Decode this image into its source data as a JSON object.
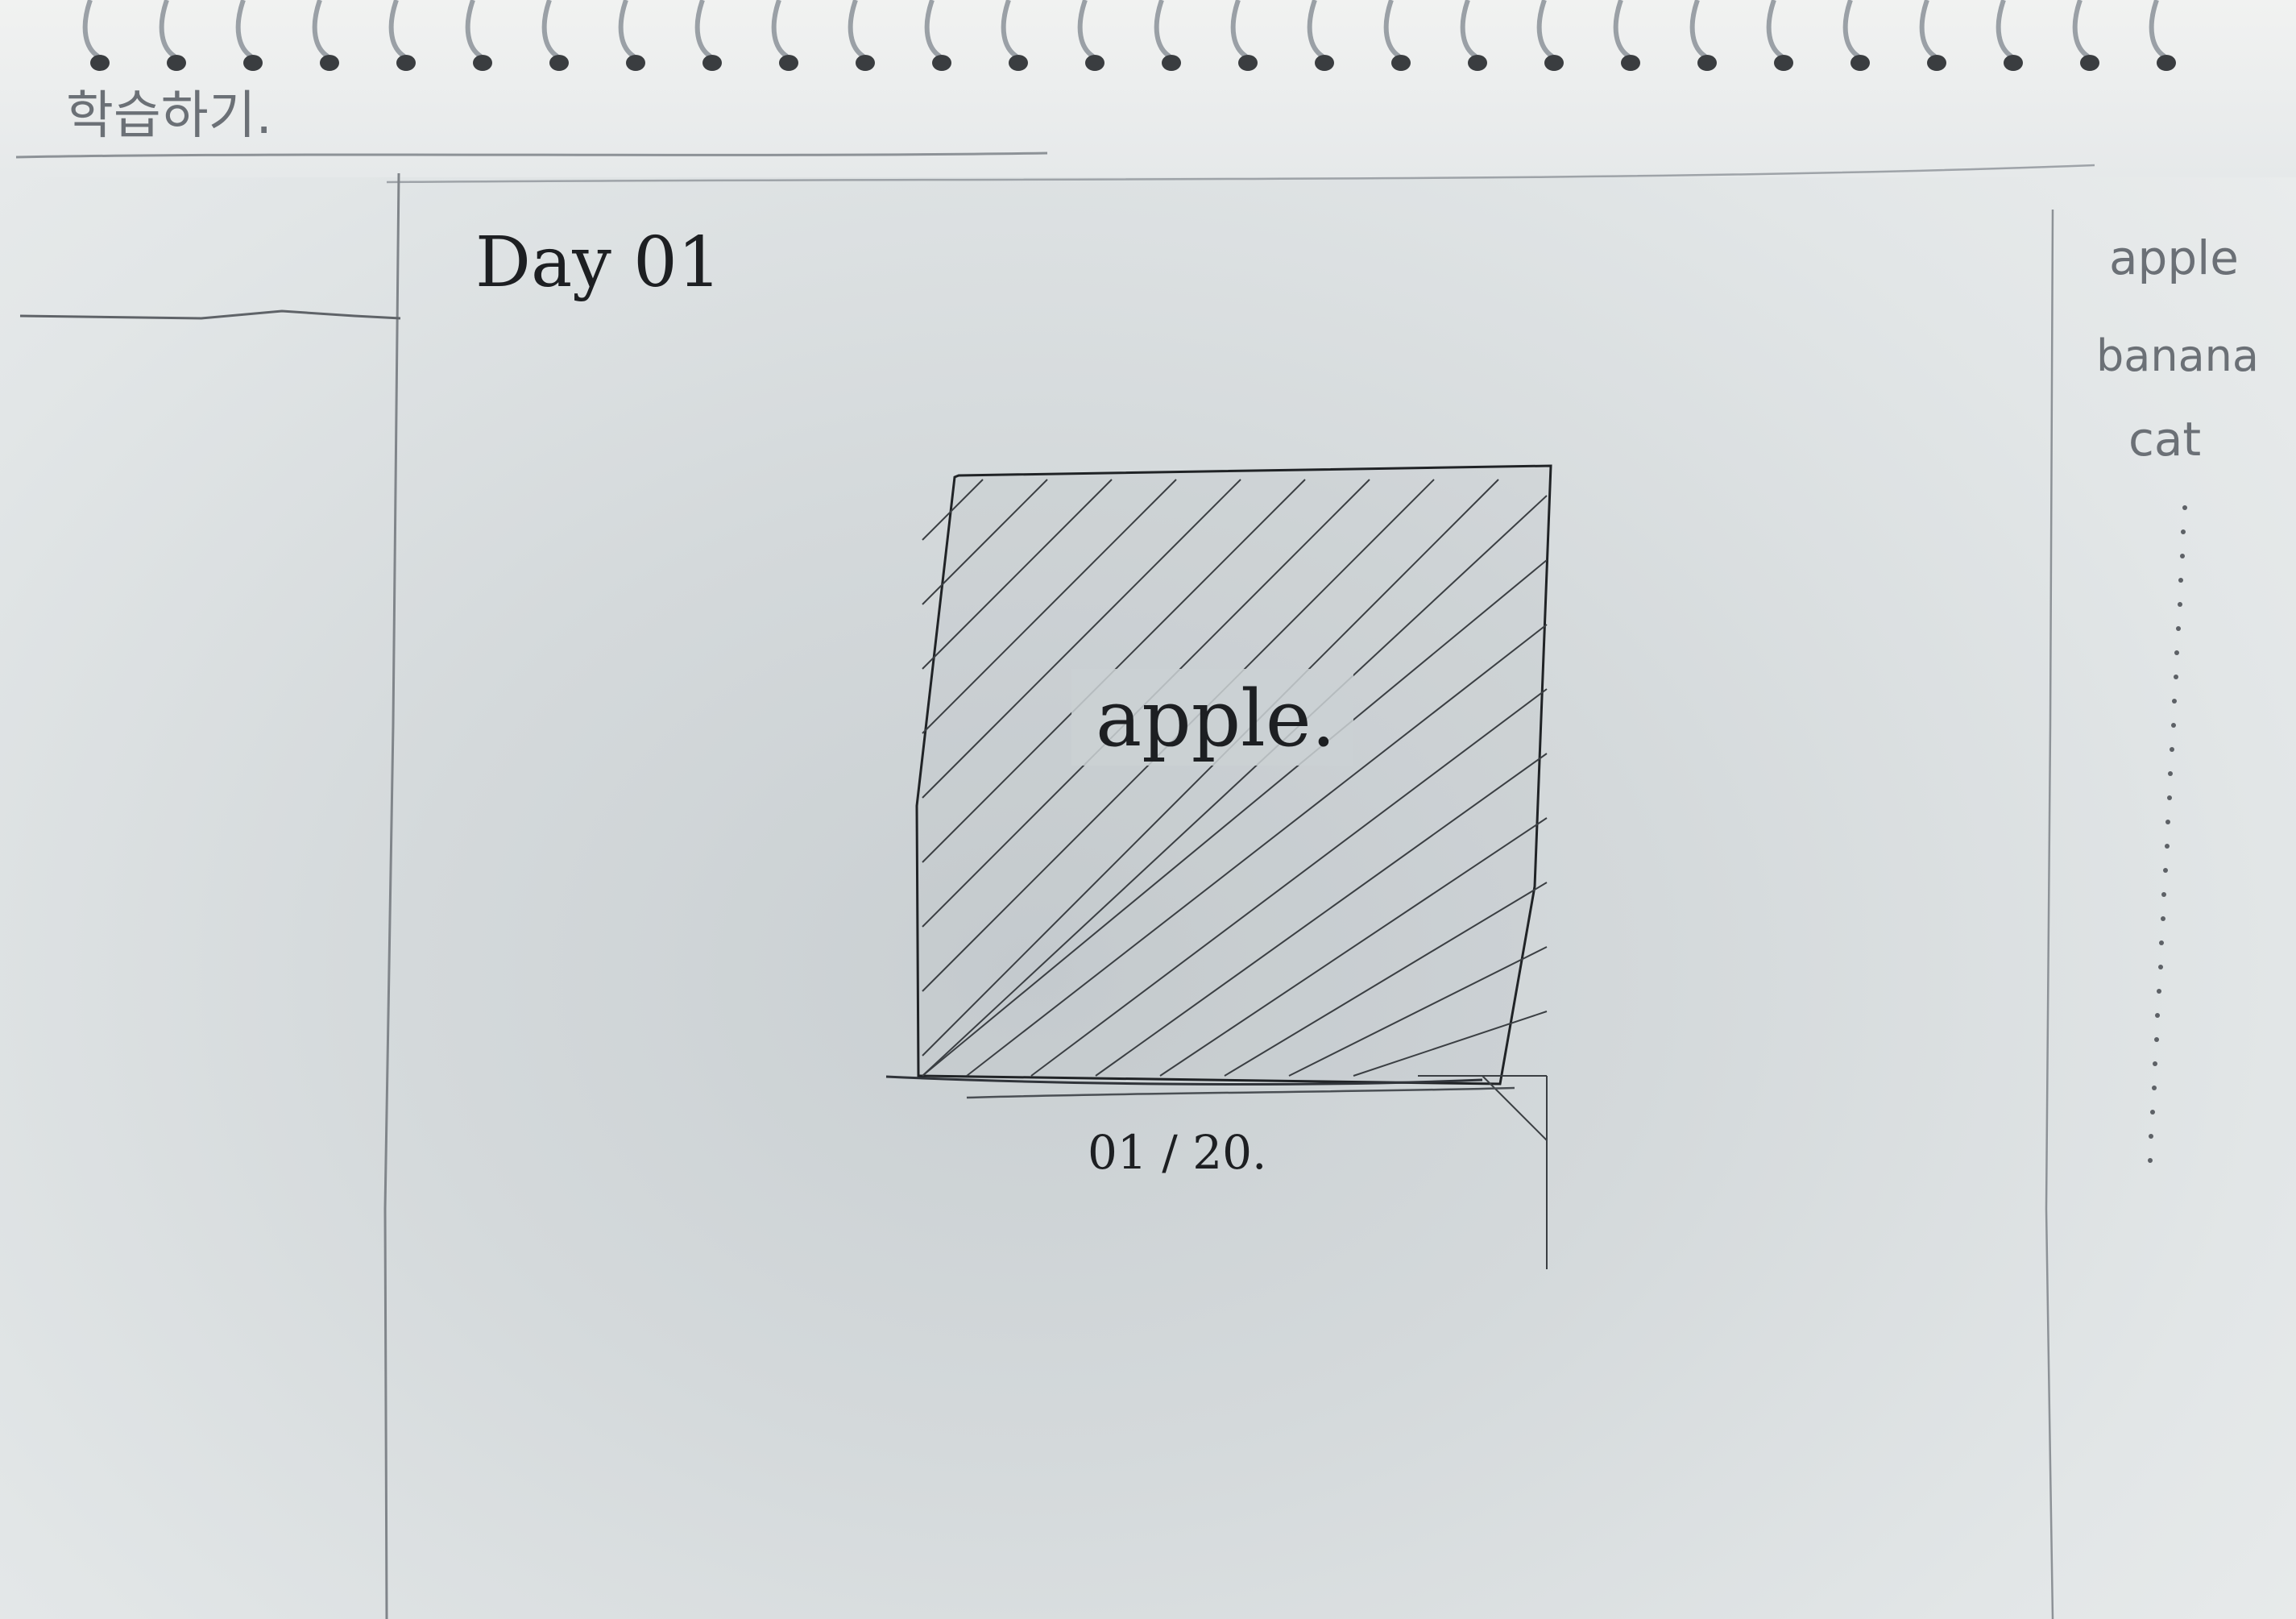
{
  "header": {
    "menu_title": "학습하기."
  },
  "main": {
    "day_title": "Day 01",
    "card_word": "apple.",
    "pagination": "01 / 20."
  },
  "sidebar": {
    "words": [
      "apple",
      "banana",
      "cat"
    ]
  }
}
